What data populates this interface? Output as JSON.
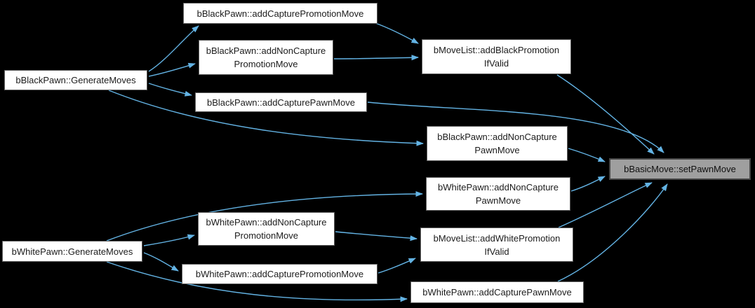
{
  "diagram": {
    "type": "call-graph",
    "background_color": "#000000",
    "edge_color": "#63b3e4",
    "node_fill": "#ffffff",
    "node_border": "#5f5f5f",
    "highlight_node_fill": "#9f9f9f",
    "highlight_node_border": "#454545",
    "nodes": {
      "black_capture_promotion": {
        "label": "bBlackPawn::addCapturePromotionMove"
      },
      "black_noncapture_promotion": {
        "line1": "bBlackPawn::addNonCapture",
        "line2": "PromotionMove"
      },
      "movelist_black_promotion": {
        "line1": "bMoveList::addBlackPromotion",
        "line2": "IfValid"
      },
      "black_generate_moves": {
        "label": "bBlackPawn::GenerateMoves"
      },
      "black_capture_pawn": {
        "label": "bBlackPawn::addCapturePawnMove"
      },
      "black_noncapture_pawn": {
        "line1": "bBlackPawn::addNonCapture",
        "line2": "PawnMove"
      },
      "set_pawn_move": {
        "label": "bBasicMove::setPawnMove"
      },
      "white_noncapture_pawn": {
        "line1": "bWhitePawn::addNonCapture",
        "line2": "PawnMove"
      },
      "white_noncapture_promotion": {
        "line1": "bWhitePawn::addNonCapture",
        "line2": "PromotionMove"
      },
      "movelist_white_promotion": {
        "line1": "bMoveList::addWhitePromotion",
        "line2": "IfValid"
      },
      "white_generate_moves": {
        "label": "bWhitePawn::GenerateMoves"
      },
      "white_capture_promotion": {
        "label": "bWhitePawn::addCapturePromotionMove"
      },
      "white_capture_pawn": {
        "label": "bWhitePawn::addCapturePawnMove"
      }
    },
    "edges": [
      {
        "from": "bBlackPawn::GenerateMoves",
        "to": "bBlackPawn::addCapturePromotionMove"
      },
      {
        "from": "bBlackPawn::GenerateMoves",
        "to": "bBlackPawn::addNonCapturePromotionMove"
      },
      {
        "from": "bBlackPawn::GenerateMoves",
        "to": "bBlackPawn::addCapturePawnMove"
      },
      {
        "from": "bBlackPawn::GenerateMoves",
        "to": "bBlackPawn::addNonCapturePawnMove"
      },
      {
        "from": "bBlackPawn::addCapturePromotionMove",
        "to": "bMoveList::addBlackPromotionIfValid"
      },
      {
        "from": "bBlackPawn::addNonCapturePromotionMove",
        "to": "bMoveList::addBlackPromotionIfValid"
      },
      {
        "from": "bMoveList::addBlackPromotionIfValid",
        "to": "bBasicMove::setPawnMove"
      },
      {
        "from": "bBlackPawn::addCapturePawnMove",
        "to": "bBasicMove::setPawnMove"
      },
      {
        "from": "bBlackPawn::addNonCapturePawnMove",
        "to": "bBasicMove::setPawnMove"
      },
      {
        "from": "bWhitePawn::GenerateMoves",
        "to": "bWhitePawn::addNonCapturePawnMove"
      },
      {
        "from": "bWhitePawn::GenerateMoves",
        "to": "bWhitePawn::addNonCapturePromotionMove"
      },
      {
        "from": "bWhitePawn::GenerateMoves",
        "to": "bWhitePawn::addCapturePromotionMove"
      },
      {
        "from": "bWhitePawn::GenerateMoves",
        "to": "bWhitePawn::addCapturePawnMove"
      },
      {
        "from": "bWhitePawn::addNonCapturePromotionMove",
        "to": "bMoveList::addWhitePromotionIfValid"
      },
      {
        "from": "bWhitePawn::addCapturePromotionMove",
        "to": "bMoveList::addWhitePromotionIfValid"
      },
      {
        "from": "bMoveList::addWhitePromotionIfValid",
        "to": "bBasicMove::setPawnMove"
      },
      {
        "from": "bWhitePawn::addNonCapturePawnMove",
        "to": "bBasicMove::setPawnMove"
      },
      {
        "from": "bWhitePawn::addCapturePawnMove",
        "to": "bBasicMove::setPawnMove"
      }
    ]
  }
}
